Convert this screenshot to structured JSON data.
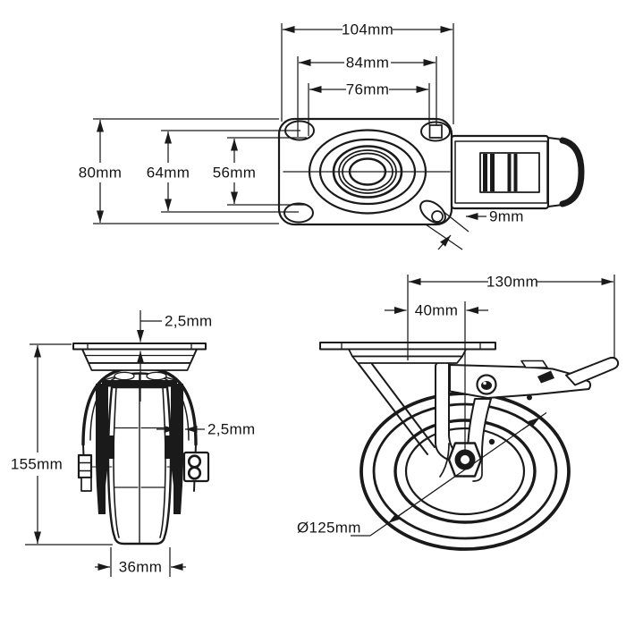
{
  "colors": {
    "line": "#1a1a1a",
    "background": "#ffffff"
  },
  "dims": {
    "top": {
      "length": "104mm",
      "slot_outer": "84mm",
      "holes": "76mm",
      "width": "80mm",
      "slot_outer_y": "64mm",
      "holes_y": "56mm",
      "slot_width": "9mm"
    },
    "front": {
      "plate_thickness": "2,5mm",
      "tread_thickness": "2,5mm",
      "height": "155mm",
      "wheel_width": "36mm"
    },
    "side": {
      "length": "130mm",
      "offset": "40mm",
      "diameter": "Ø125mm"
    }
  }
}
